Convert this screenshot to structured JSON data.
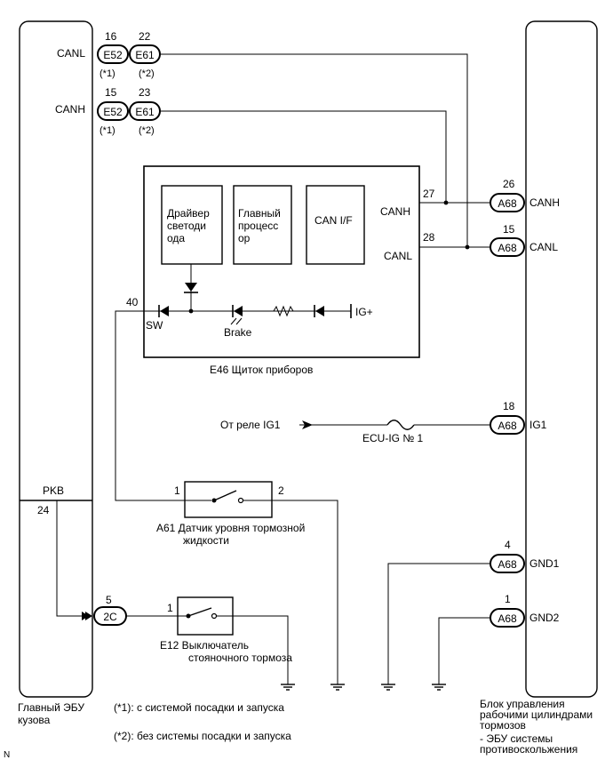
{
  "body_ecu": {
    "pins": {
      "canl": "CANL",
      "canh": "CANH",
      "pkb": "PKB"
    },
    "pkb_pin": "24",
    "caption": [
      "Главный ЭБУ",
      "кузова"
    ]
  },
  "connectors": {
    "canl_top": {
      "p1": "16",
      "c1": "E52",
      "n1": "(*1)",
      "p2": "22",
      "c2": "E61",
      "n2": "(*2)"
    },
    "canh_top": {
      "p1": "15",
      "c1": "E52",
      "n1": "(*1)",
      "p2": "23",
      "c2": "E61",
      "n2": "(*2)"
    }
  },
  "meter": {
    "caption": "E46  Щиток приборов",
    "driver": [
      "Драйвер",
      "светоди",
      "ода"
    ],
    "cpu": [
      "Главный",
      "процесс",
      "ор"
    ],
    "canif": "CAN I/F",
    "canh": "CANH",
    "canl": "CANL",
    "pin_canh": "27",
    "pin_canl": "28",
    "pin_sw": "40",
    "sw": "SW",
    "brake": "Brake",
    "igplus": "IG+"
  },
  "brake_ecu": {
    "caption": [
      "Блок управления",
      "рабочими цилиндрами",
      "тормозов",
      "- ЭБУ системы",
      "противоскольжения"
    ],
    "pins": [
      {
        "num": "26",
        "conn": "A68",
        "name": "CANH"
      },
      {
        "num": "15",
        "conn": "A68",
        "name": "CANL"
      },
      {
        "num": "18",
        "conn": "A68",
        "name": "IG1"
      },
      {
        "num": "4",
        "conn": "A68",
        "name": "GND1"
      },
      {
        "num": "1",
        "conn": "A68",
        "name": "GND2"
      }
    ]
  },
  "relay": {
    "from": "От реле IG1",
    "fuse": "ECU-IG № 1"
  },
  "fluid_sensor": {
    "pin1": "1",
    "pin2": "2",
    "caption": [
      "A61  Датчик уровня тормозной",
      "жидкости"
    ]
  },
  "parking_switch": {
    "conn_pin": "5",
    "conn": "2C",
    "pin1": "1",
    "caption": [
      "E12  Выключатель",
      "стояночного тормоза"
    ]
  },
  "notes": [
    "(*1): с системой посадки и запуска",
    "(*2): без системы посадки и запуска"
  ],
  "corner": "N"
}
